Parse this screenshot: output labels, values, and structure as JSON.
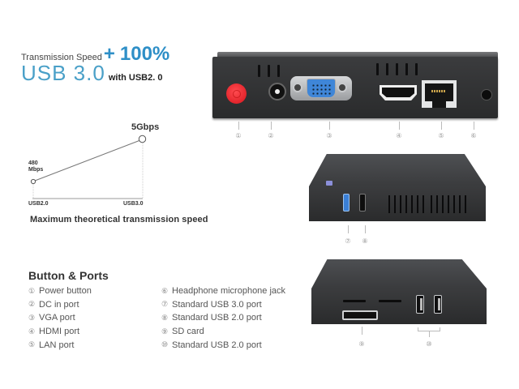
{
  "headline": {
    "speed_label": "Transmission Speed",
    "plus": "+",
    "percent": "100%",
    "usb3": "USB 3.0",
    "with_usb2": "with USB2. 0",
    "accent_color": "#2e8fc7"
  },
  "chart_data": {
    "type": "line",
    "title": "Maximum theoretical transmission speed",
    "categories": [
      "USB2.0",
      "USB3.0"
    ],
    "values": [
      480,
      5000
    ],
    "unit": "Mbps",
    "point_labels": [
      "480 Mbps",
      "5Gbps"
    ],
    "xlabel": "",
    "ylabel": "",
    "grid": false
  },
  "chart": {
    "label_high": "5Gbps",
    "label_low_1": "480",
    "label_low_2": "Mbps",
    "x_left": "USB2.0",
    "x_right": "USB3.0",
    "caption": "Maximum theoretical transmission speed"
  },
  "ports": {
    "title": "Button & Ports",
    "left": [
      {
        "num": "①",
        "label": "Power button"
      },
      {
        "num": "②",
        "label": "DC in port"
      },
      {
        "num": "③",
        "label": "VGA port"
      },
      {
        "num": "④",
        "label": "HDMI port"
      },
      {
        "num": "⑤",
        "label": "LAN port"
      }
    ],
    "right": [
      {
        "num": "⑥",
        "label": "Headphone microphone jack"
      },
      {
        "num": "⑦",
        "label": "Standard USB 3.0 port"
      },
      {
        "num": "⑧",
        "label": "Standard USB 2.0 port"
      },
      {
        "num": "⑨",
        "label": "SD card"
      },
      {
        "num": "⑩",
        "label": "Standard USB 2.0 port"
      }
    ]
  },
  "callouts": {
    "back": [
      "①",
      "②",
      "③",
      "④",
      "⑤",
      "⑥"
    ],
    "side": [
      "⑦",
      "⑧"
    ],
    "sd_side": [
      "⑨",
      "⑩"
    ]
  },
  "colors": {
    "power_button": "#e5151d",
    "vga_port": "#3f86d8",
    "usb3_port": "#3a7fd6",
    "device_body": "#333436"
  }
}
